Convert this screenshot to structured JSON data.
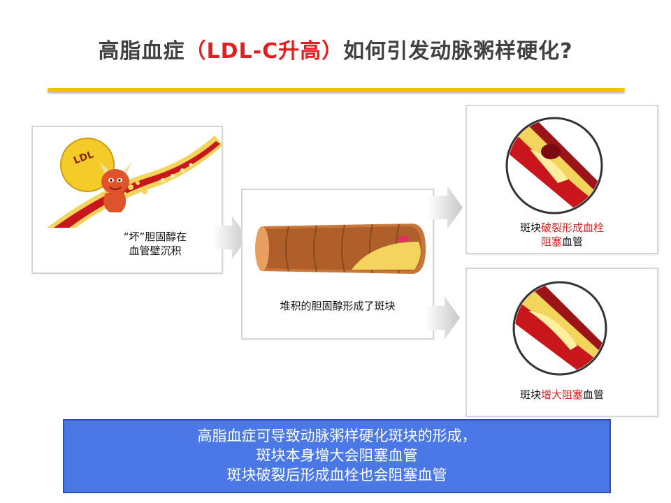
{
  "title": {
    "part1": "高脂血症",
    "highlight": "（LDL-C升高）",
    "part2": "如何引发动脉粥样硬化?"
  },
  "panel1": {
    "badge": "LDL",
    "caption_line1": "“坏”胆固醇在",
    "caption_line2": "血管壁沉积"
  },
  "panel2": {
    "caption": "堆积的胆固醇形成了斑块"
  },
  "panel3": {
    "caption_pre": "斑块",
    "caption_red": "破裂形成血栓",
    "caption_red2": "阻塞",
    "caption_post": "血管"
  },
  "panel4": {
    "caption_pre": "斑块",
    "caption_red": "增大阻塞",
    "caption_post": "血管"
  },
  "summary": {
    "line1": "高脂血症可导致动脉粥样硬化斑块的形成，",
    "line2": "斑块本身增大会阻塞血管",
    "line3": "斑块破裂后形成血栓也会阻塞血管"
  },
  "colors": {
    "title_highlight": "#e02020",
    "underline": "#f2c300",
    "summary_bg": "#4a78e6",
    "vessel_red": "#c8141e",
    "plaque_yellow": "#f5d54a"
  }
}
